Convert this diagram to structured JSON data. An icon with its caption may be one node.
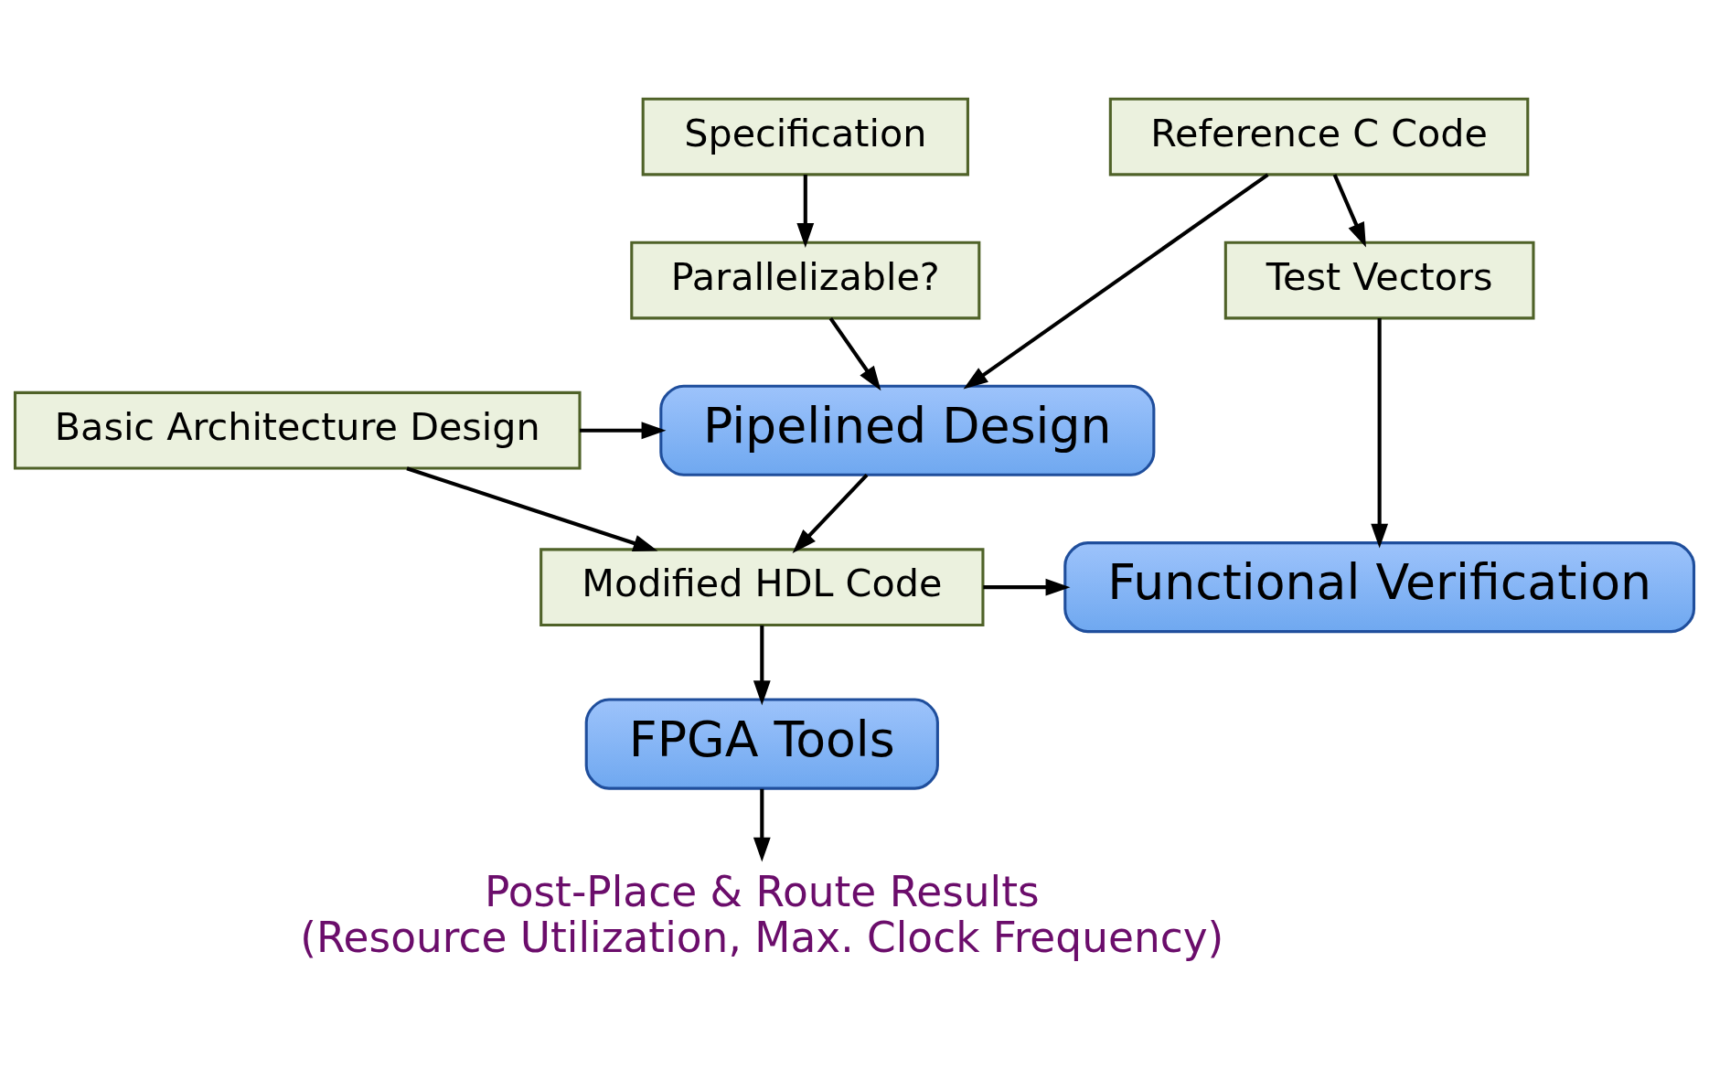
{
  "diagram": {
    "nodes": [
      {
        "text": [
          "Specification"
        ]
      },
      {
        "text": [
          "Parallelizable?"
        ]
      },
      {
        "text": [
          "Reference C Code"
        ]
      },
      {
        "text": [
          "Test Vectors"
        ]
      },
      {
        "text": [
          "Basic Architecture Design"
        ]
      },
      {
        "text": [
          "Pipelined Design"
        ]
      },
      {
        "text": [
          "Functional Verification"
        ]
      },
      {
        "text": [
          "Modified HDL Code"
        ]
      },
      {
        "text": [
          "FPGA Tools"
        ]
      },
      {
        "text": [
          "Post-Place & Route Results",
          "(Resource Utilization, Max. Clock Frequency)"
        ]
      }
    ],
    "edges": [
      {
        "from": 0,
        "to": 1,
        "arrow": "to"
      },
      {
        "from": 1,
        "to": 5,
        "arrow": "to"
      },
      {
        "from": 2,
        "to": 5,
        "arrow": "to"
      },
      {
        "from": 2,
        "to": 3,
        "arrow": "to"
      },
      {
        "from": 3,
        "to": 6,
        "arrow": "to"
      },
      {
        "from": 4,
        "to": 5,
        "arrow": "to"
      },
      {
        "from": 4,
        "to": 7,
        "arrow": "to"
      },
      {
        "from": 5,
        "to": 7,
        "arrow": "to"
      },
      {
        "from": 7,
        "to": 8,
        "arrow": "to"
      },
      {
        "from": 7,
        "to": 6,
        "arrow": "to"
      },
      {
        "from": 8,
        "to": 9,
        "arrow": "to"
      }
    ]
  }
}
